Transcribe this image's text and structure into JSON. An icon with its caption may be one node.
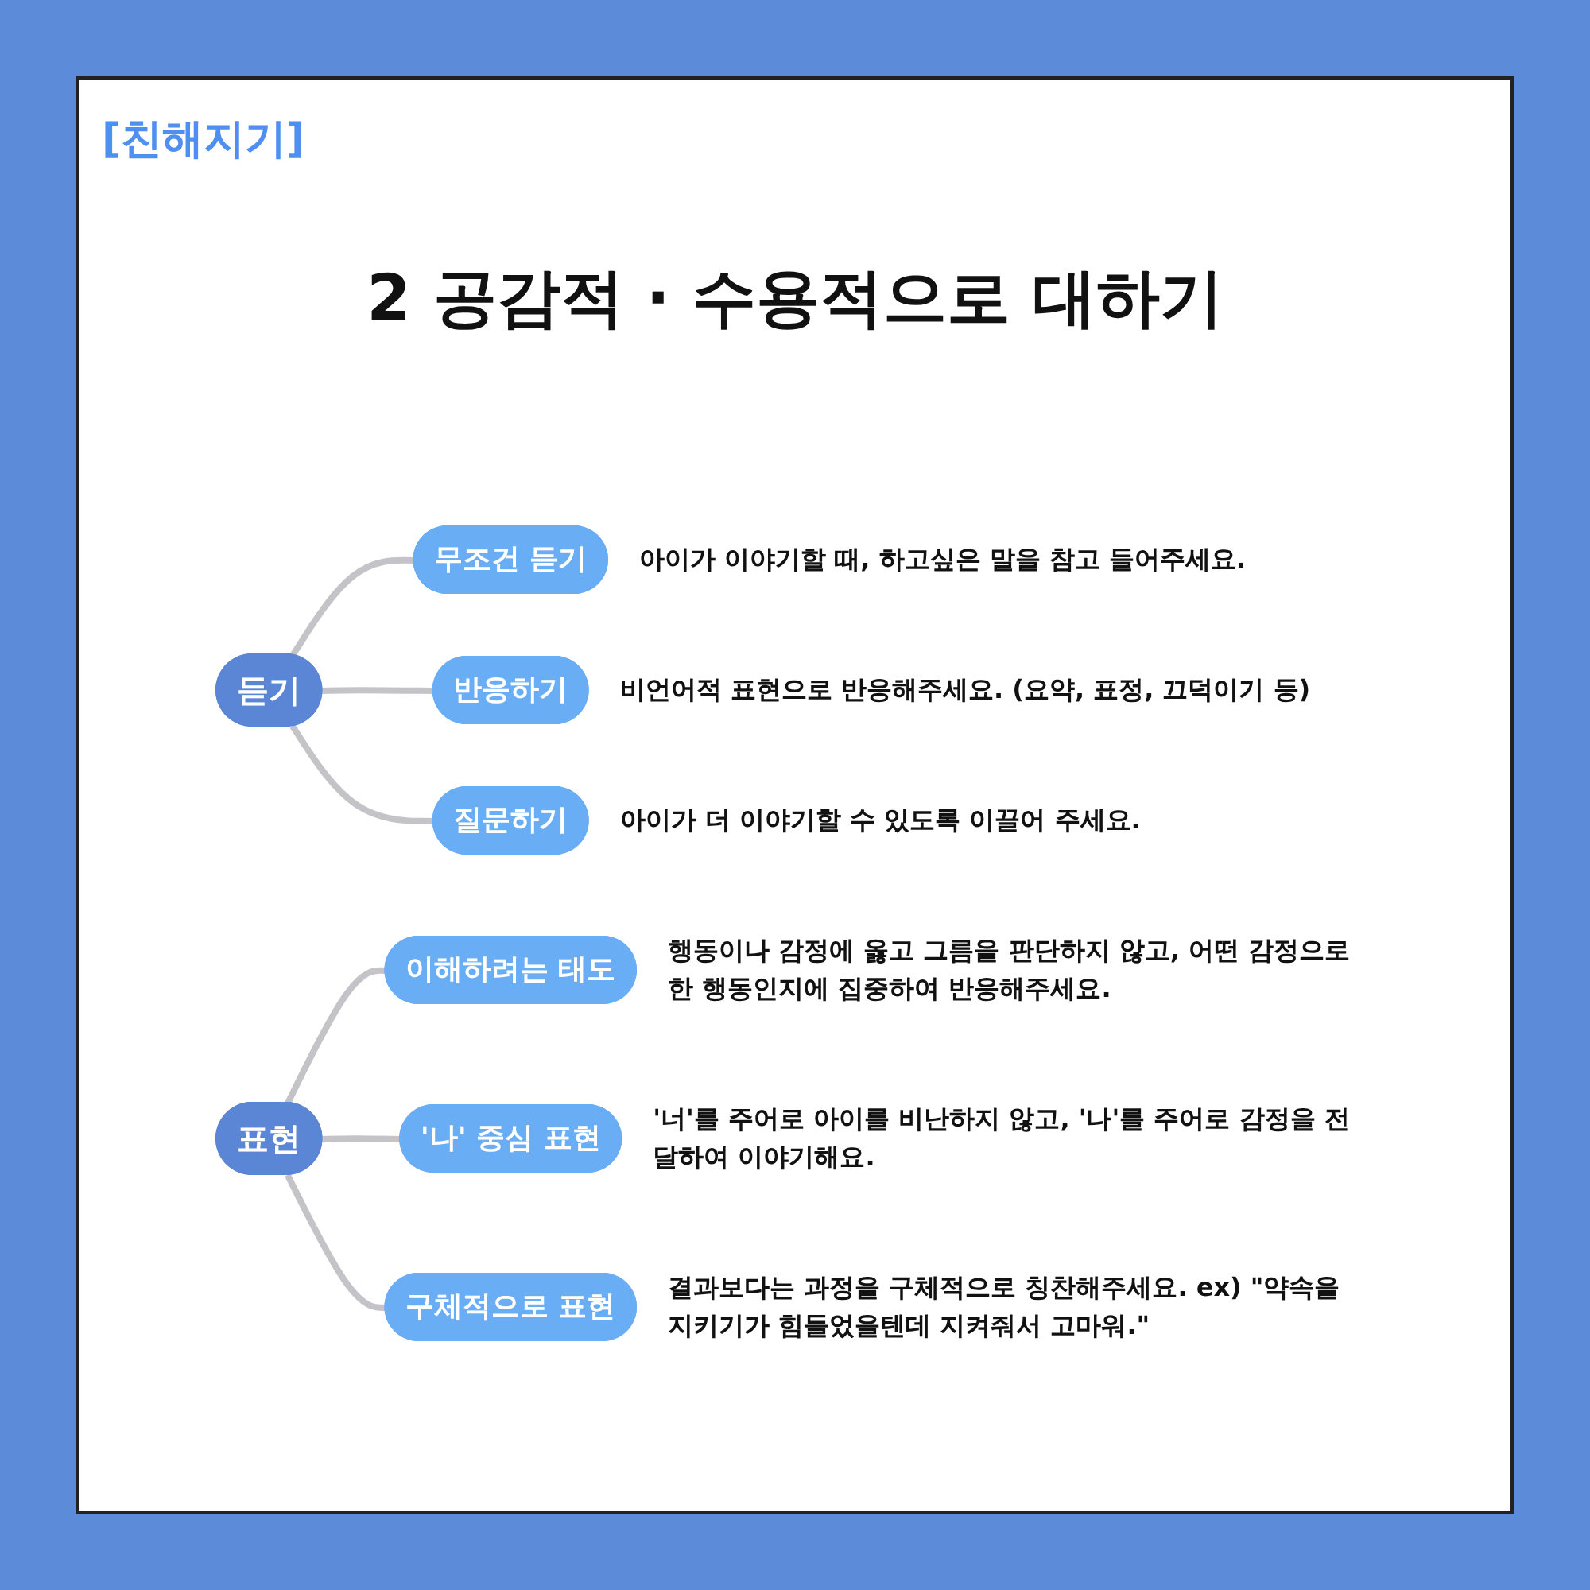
{
  "diagram": {
    "title": "2 공감적 · 수용적으로 대하기",
    "nodes": [
      {
        "text": [
          "듣기"
        ]
      },
      {
        "text": [
          "무조건 듣기"
        ],
        "beside": [
          "아이가 이야기할 때, 하고싶은 말을 참고 들어주세요."
        ]
      },
      {
        "text": [
          "반응하기"
        ],
        "beside": [
          "비언어적 표현으로 반응해주세요. (요약, 표정, 끄덕이기 등)"
        ]
      },
      {
        "text": [
          "질문하기"
        ],
        "beside": [
          "아이가 더 이야기할 수 있도록 이끌어 주세요."
        ]
      },
      {
        "text": [
          "표현"
        ]
      },
      {
        "text": [
          "이해하려는 태도"
        ],
        "beside": [
          "행동이나 감정에 옳고 그름을 판단하지 않고, 어떤 감정으로 한 행동인지에 집중하여 반응해주세요."
        ]
      },
      {
        "text": [
          "'나' 중심 표현"
        ],
        "beside": [
          "'너'를 주어로 아이를 비난하지 않고, '나'를 주어로 감정을 전달하여 이야기해요."
        ]
      },
      {
        "text": [
          "구체적으로 표현"
        ],
        "beside": [
          "결과보다는 과정을 구체적으로 칭찬해주세요. ex) \"약속을 지키기가 힘들었을텐데 지켜줘서 고마워.\""
        ]
      }
    ],
    "edges": [
      {
        "from": 0,
        "to": 1,
        "arrow": "none"
      },
      {
        "from": 0,
        "to": 2,
        "arrow": "none"
      },
      {
        "from": 0,
        "to": 3,
        "arrow": "none"
      },
      {
        "from": 4,
        "to": 5,
        "arrow": "none"
      },
      {
        "from": 4,
        "to": 6,
        "arrow": "none"
      },
      {
        "from": 4,
        "to": 7,
        "arrow": "none"
      }
    ],
    "labels": [
      "[친해지기]"
    ]
  }
}
